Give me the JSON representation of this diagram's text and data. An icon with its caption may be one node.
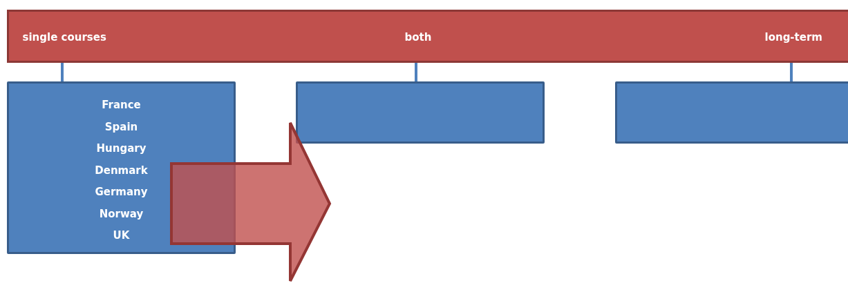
{
  "diagram": {
    "nodes": [
      {
        "text": [
          "single courses",
          "both",
          "long-term"
        ]
      },
      {
        "text": [
          "France",
          "Spain",
          "Hungary",
          "Denmark",
          "Germany",
          "Norway",
          "UK"
        ]
      },
      {
        "text": [],
        "shape": "box"
      },
      {
        "text": [],
        "shape": "box"
      }
    ],
    "edges": [
      {
        "from": 0,
        "to": 1,
        "arrow": "none"
      },
      {
        "from": 0,
        "to": 2,
        "arrow": "none"
      },
      {
        "from": 0,
        "to": 3,
        "arrow": "none"
      },
      {
        "from": 1,
        "to": null,
        "arrow": "to",
        "style": "thick",
        "color": "#c0504d"
      }
    ]
  }
}
